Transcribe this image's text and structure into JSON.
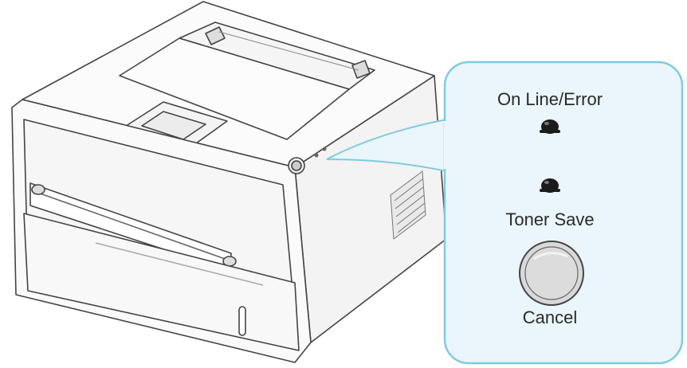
{
  "panel": {
    "online_error_label": "On Line/Error",
    "toner_save_label": "Toner Save",
    "cancel_label": "Cancel"
  },
  "colors": {
    "panel_border": "#7fcbe0",
    "panel_fill": "#eaf6fb",
    "led": "#1c1c1c",
    "button_fill": "#d9d9d9",
    "outline": "#444444"
  }
}
